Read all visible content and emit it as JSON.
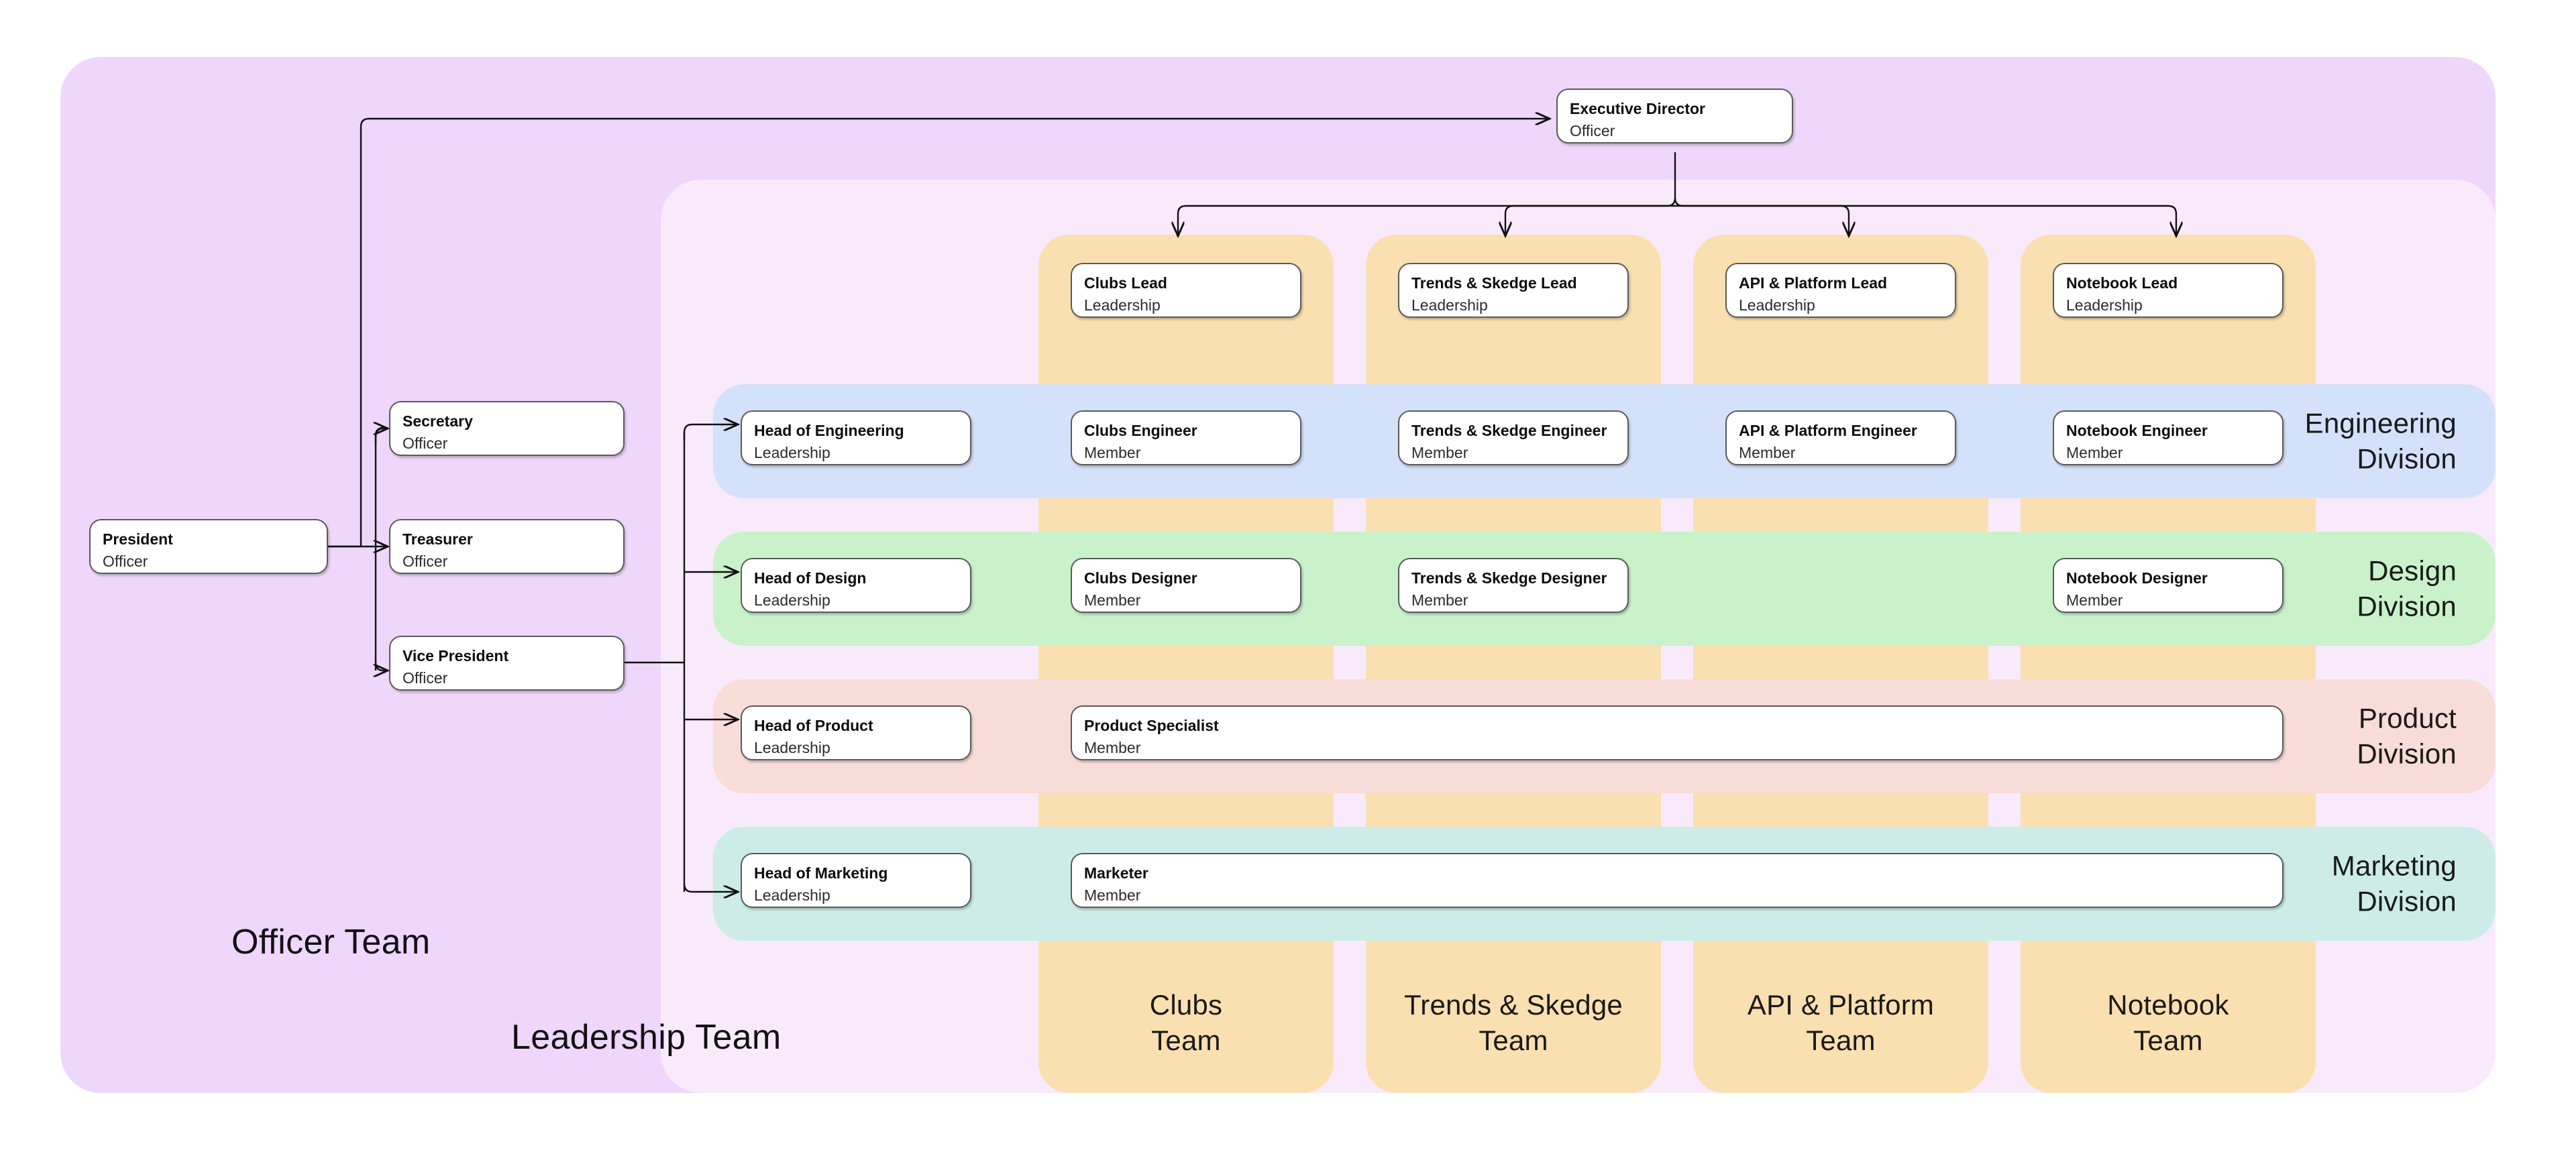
{
  "diagram": {
    "type": "org-chart",
    "regions": {
      "officer_team": {
        "label": "Officer Team",
        "color": "#eed7fa"
      },
      "leadership_team": {
        "label": "Leadership Team",
        "color": "#f8eafb"
      }
    },
    "teams": [
      {
        "id": "clubs",
        "label": "Clubs\nTeam",
        "label_line1": "Clubs",
        "label_line2": "Team",
        "color": "#fadfb0"
      },
      {
        "id": "trends",
        "label": "Trends & Skedge\nTeam",
        "label_line1": "Trends & Skedge",
        "label_line2": "Team",
        "color": "#fadfb0"
      },
      {
        "id": "api",
        "label": "API & Platform\nTeam",
        "label_line1": "API & Platform",
        "label_line2": "Team",
        "color": "#fadfb0"
      },
      {
        "id": "notebook",
        "label": "Notebook\nTeam",
        "label_line1": "Notebook",
        "label_line2": "Team",
        "color": "#fadfb0"
      }
    ],
    "divisions": [
      {
        "id": "engineering",
        "label": "Engineering\nDivision",
        "color": "#d3e2fa"
      },
      {
        "id": "design",
        "label": "Design\nDivision",
        "color": "#c9f2cb"
      },
      {
        "id": "product",
        "label": "Product\nDivision",
        "color": "#f8dcd8"
      },
      {
        "id": "marketing",
        "label": "Marketing\nDivision",
        "color": "#cdece8"
      }
    ],
    "nodes": {
      "president": {
        "title": "President",
        "subtitle": "Officer"
      },
      "secretary": {
        "title": "Secretary",
        "subtitle": "Officer"
      },
      "treasurer": {
        "title": "Treasurer",
        "subtitle": "Officer"
      },
      "vice_president": {
        "title": "Vice President",
        "subtitle": "Officer"
      },
      "executive_director": {
        "title": "Executive Director",
        "subtitle": "Officer"
      },
      "clubs_lead": {
        "title": "Clubs Lead",
        "subtitle": "Leadership"
      },
      "trends_lead": {
        "title": "Trends & Skedge Lead",
        "subtitle": "Leadership"
      },
      "api_lead": {
        "title": "API & Platform Lead",
        "subtitle": "Leadership"
      },
      "notebook_lead": {
        "title": "Notebook Lead",
        "subtitle": "Leadership"
      },
      "head_engineering": {
        "title": "Head of Engineering",
        "subtitle": "Leadership"
      },
      "clubs_engineer": {
        "title": "Clubs Engineer",
        "subtitle": "Member"
      },
      "trends_engineer": {
        "title": "Trends & Skedge Engineer",
        "subtitle": "Member"
      },
      "api_engineer": {
        "title": "API & Platform Engineer",
        "subtitle": "Member"
      },
      "notebook_engineer": {
        "title": "Notebook Engineer",
        "subtitle": "Member"
      },
      "head_design": {
        "title": "Head of Design",
        "subtitle": "Leadership"
      },
      "clubs_designer": {
        "title": "Clubs Designer",
        "subtitle": "Member"
      },
      "trends_designer": {
        "title": "Trends & Skedge Designer",
        "subtitle": "Member"
      },
      "notebook_designer": {
        "title": "Notebook Designer",
        "subtitle": "Member"
      },
      "head_product": {
        "title": "Head of Product",
        "subtitle": "Leadership"
      },
      "product_specialist": {
        "title": "Product Specialist",
        "subtitle": "Member"
      },
      "head_marketing": {
        "title": "Head of Marketing",
        "subtitle": "Leadership"
      },
      "marketer": {
        "title": "Marketer",
        "subtitle": "Member"
      }
    }
  }
}
